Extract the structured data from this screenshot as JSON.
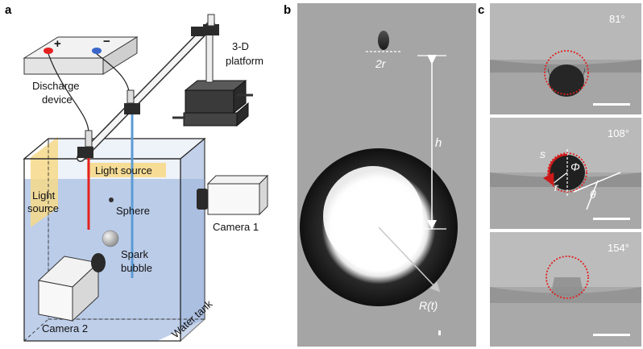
{
  "panels": {
    "a": "a",
    "b": "b",
    "c": "c"
  },
  "panel_a": {
    "plus": "+",
    "minus": "−",
    "discharge_device_line1": "Discharge",
    "discharge_device_line2": "device",
    "platform_line1": "3-D",
    "platform_line2": "platform",
    "light_source_top": "Light source",
    "light_source_left_line1": "Light",
    "light_source_left_line2": "source",
    "sphere": "Sphere",
    "camera1": "Camera 1",
    "spark_line1": "Spark",
    "spark_line2": "bubble",
    "camera2": "Camera 2",
    "water_tank": "Water tank"
  },
  "panel_b": {
    "two_r": "2r",
    "h": "h",
    "R_t": "R(t)"
  },
  "panel_c": {
    "angle1": "81°",
    "angle2": "108°",
    "angle3": "154°",
    "s": "s",
    "phi": "Φ",
    "r": "r",
    "theta": "θ"
  },
  "colors": {
    "water": "#a9bfe3",
    "light_source": "#f6d98a",
    "red_electrode": "#e32222",
    "blue_fiber": "#5b9bd5",
    "contact_circle": "#e02020"
  }
}
